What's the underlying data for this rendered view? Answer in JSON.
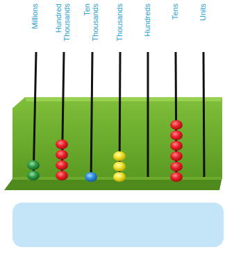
{
  "diagram": {
    "labels": [
      "Millions",
      "Hundred Thousands",
      "Ten Thousands",
      "Thousands",
      "Hundreds",
      "Tens",
      "Units"
    ]
  }
}
